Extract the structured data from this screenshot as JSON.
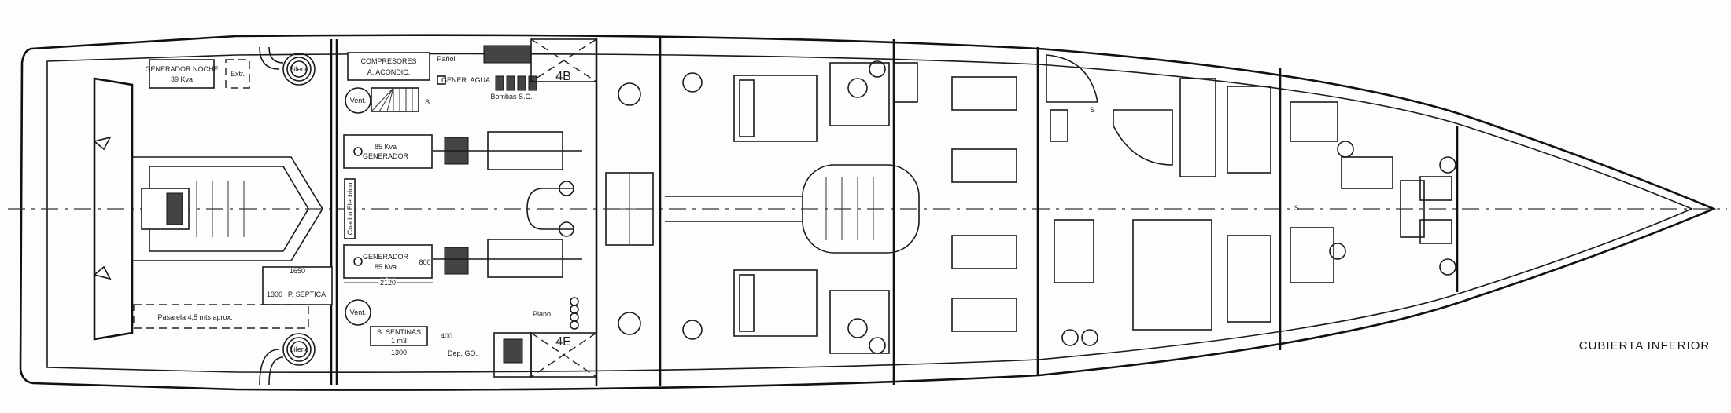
{
  "drawing_title": "CUBIERTA INFERIOR",
  "labels": {
    "generador_noche": "GENERADOR NOCHE",
    "generador_noche_kva": "39 Kva",
    "extr": "Extr.",
    "silenc_top": "Silenc",
    "silenc_bottom": "Silenc",
    "compresores": "COMPRESORES",
    "a_acondic": "A. ACONDIC.",
    "panol": "Pañol",
    "gener_agua": "GENER. AGUA",
    "bombas_sc": "Bombas S.C.",
    "hatch_4b": "4B",
    "hatch_4e": "4E",
    "vent_top": "Vent.",
    "vent_bottom": "Vent.",
    "stairs_up_1": "S",
    "stairs_up_2": "S",
    "stairs_up_3": "S",
    "gen1_kva": "85 Kva",
    "gen1_name": "GENERADOR",
    "gen2_name": "GENERADOR",
    "gen2_kva": "85 Kva",
    "cuadro_electrico": "Cuadro Electrico",
    "dim_800": "800",
    "dim_2120": "2120",
    "dim_1650": "1650",
    "dim_1300_septica": "1300",
    "p_septica": "P. SEPTICA",
    "pasarela": "Pasarela 4,5 mts aprox.",
    "s_sentinas": "S. SENTINAS",
    "s_sentinas_vol": "1 m3",
    "dim_400": "400",
    "dim_1300_sentinas": "1300",
    "dep_go": "Dep. GO.",
    "piano": "Piano"
  }
}
